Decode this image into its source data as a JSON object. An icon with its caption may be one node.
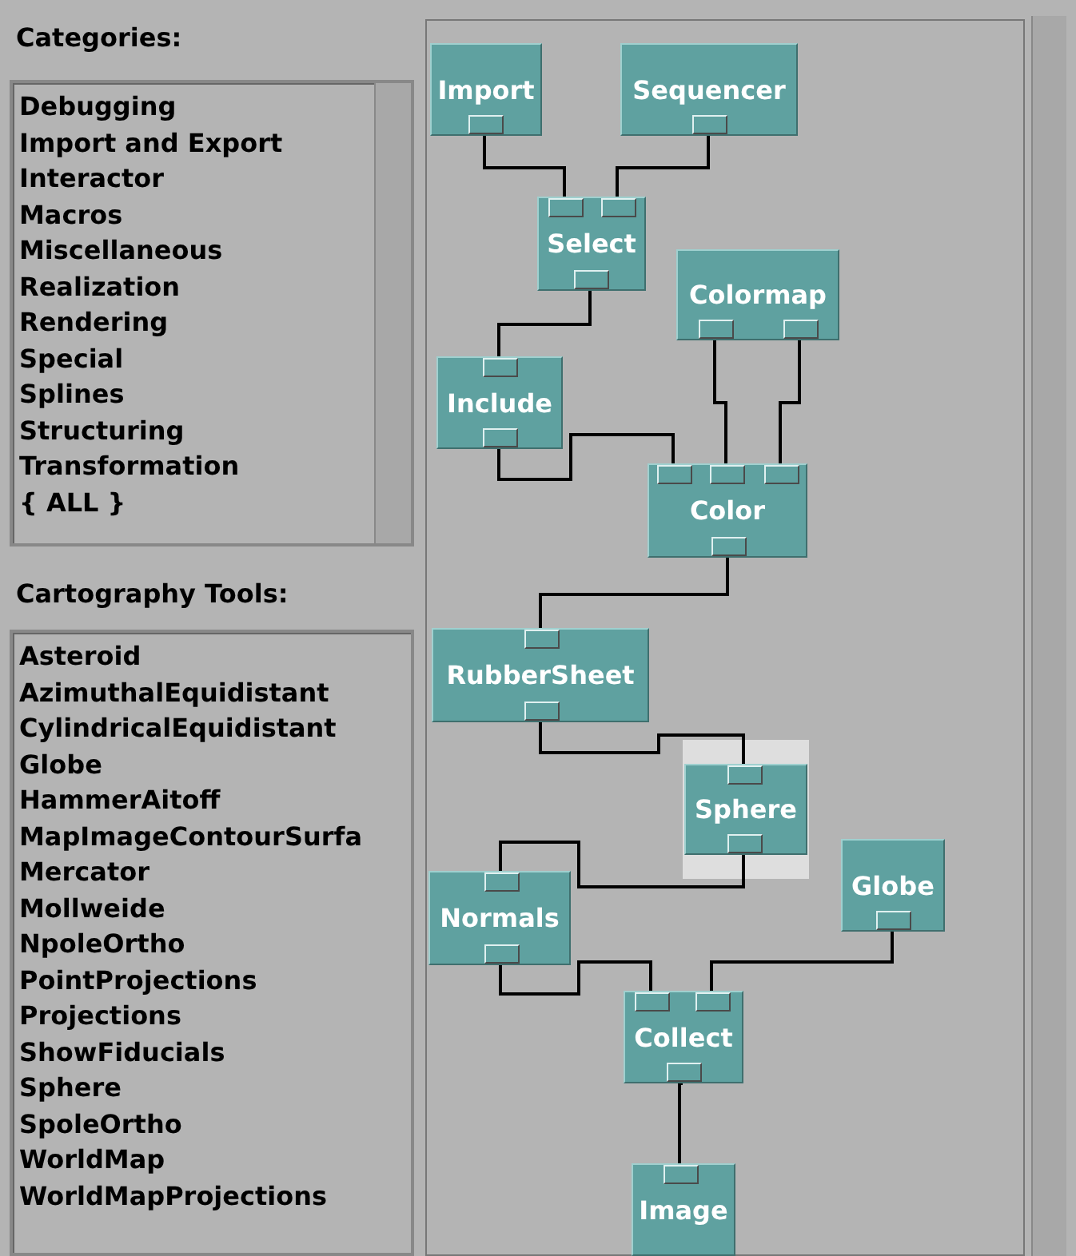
{
  "diagram": {
    "nodes": [
      {
        "text": [
          "Import"
        ]
      },
      {
        "text": [
          "Sequencer"
        ]
      },
      {
        "text": [
          "Select"
        ]
      },
      {
        "text": [
          "Colormap"
        ]
      },
      {
        "text": [
          "Include"
        ]
      },
      {
        "text": [
          "Color"
        ]
      },
      {
        "text": [
          "RubberSheet"
        ]
      },
      {
        "text": [
          "Sphere"
        ]
      },
      {
        "text": [
          "Normals"
        ]
      },
      {
        "text": [
          "Globe"
        ]
      },
      {
        "text": [
          "Collect"
        ]
      },
      {
        "text": [
          "Image"
        ]
      }
    ],
    "edges": [
      {
        "from": 0,
        "to": 2,
        "arrow": "none"
      },
      {
        "from": 1,
        "to": 2,
        "arrow": "none"
      },
      {
        "from": 2,
        "to": 4,
        "arrow": "none"
      },
      {
        "from": 4,
        "to": 5,
        "arrow": "none"
      },
      {
        "from": 3,
        "to": 5,
        "arrow": "none"
      },
      {
        "from": 3,
        "to": 5,
        "arrow": "none"
      },
      {
        "from": 5,
        "to": 6,
        "arrow": "none"
      },
      {
        "from": 6,
        "to": 7,
        "arrow": "none"
      },
      {
        "from": 7,
        "to": 8,
        "arrow": "none"
      },
      {
        "from": 8,
        "to": 10,
        "arrow": "none"
      },
      {
        "from": 9,
        "to": 10,
        "arrow": "none"
      },
      {
        "from": 10,
        "to": 11,
        "arrow": "none"
      }
    ],
    "labels": [
      "Categories:",
      "Debugging",
      "Import and Export",
      "Interactor",
      "Macros",
      "Miscellaneous",
      "Realization",
      "Rendering",
      "Special",
      "Splines",
      "Structuring",
      "Transformation",
      "{ ALL }",
      "Cartography Tools:",
      "Asteroid",
      "AzimuthalEquidistant",
      "CylindricalEquidistant",
      "Globe",
      "HammerAitoff",
      "MapImageContourSurfa",
      "Mercator",
      "Mollweide",
      "NpoleOrtho",
      "PointProjections",
      "Projections",
      "ShowFiducials",
      "Sphere",
      "SpoleOrtho",
      "WorldMap",
      "WorldMapProjections"
    ]
  }
}
